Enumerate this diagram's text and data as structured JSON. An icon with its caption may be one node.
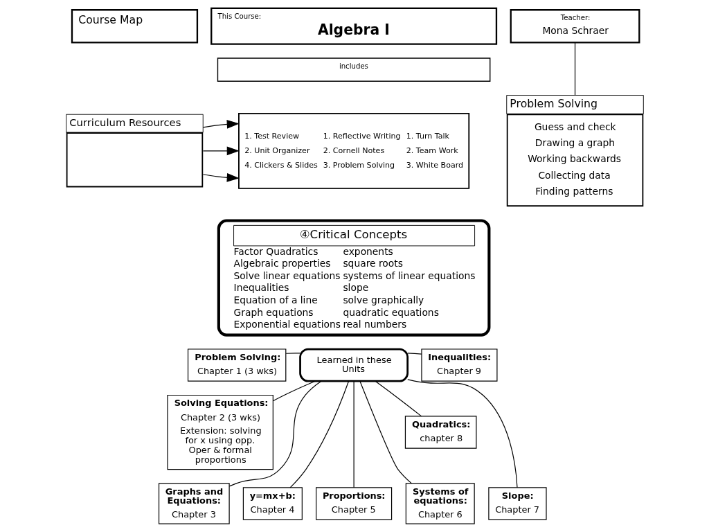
{
  "diagram": {
    "nodes": [
      {
        "text": [
          "Course Map"
        ]
      },
      {
        "text": [
          "Curriculum Resources"
        ]
      },
      {
        "text": [
          "This Course:",
          "Algebra I"
        ]
      },
      {
        "text": [
          "includes"
        ]
      },
      {
        "text": [
          "1. Test Review",
          "2. Unit Organizer",
          "4. Clickers & Slides",
          "1. Reflective Writing",
          "2. Cornell Notes",
          "3. Problem Solving",
          "1. Turn Talk",
          "2. Team Work",
          "3. White Board"
        ]
      },
      {
        "text": [
          "Teacher:",
          "Mona Schraer"
        ]
      },
      {
        "text": [
          "Problem Solving",
          "Guess and check",
          "Drawing a graph",
          "Working backwards",
          "Collecting data",
          "Finding patterns"
        ]
      },
      {
        "text": [
          "④Critical Concepts",
          "Factor Quadratics",
          "Algebraic properties",
          "Solve linear equations",
          "Inequalities",
          "Equation of a line",
          "Graph equations",
          "Exponential equations",
          "exponents",
          "square roots",
          "systems of linear equations",
          "slope",
          "solve graphically",
          "quadratic equations",
          "real numbers"
        ]
      },
      {
        "text": [
          "Learned in these Units"
        ]
      },
      {
        "text": [
          "Problem Solving:",
          "Chapter 1 (3 wks)"
        ]
      },
      {
        "text": [
          "Solving Equations:",
          "Chapter 2 (3 wks)",
          "Extension: solving for x using opp. Oper & formal proportions"
        ]
      },
      {
        "text": [
          "Graphs and Equations:",
          "Chapter 3"
        ]
      },
      {
        "text": [
          "y=mx+b:",
          "Chapter 4"
        ]
      },
      {
        "text": [
          "Proportions:",
          "Chapter 5"
        ]
      },
      {
        "text": [
          "Systems of equations:",
          "Chapter 6"
        ]
      },
      {
        "text": [
          "Slope:",
          "Chapter 7"
        ]
      },
      {
        "text": [
          "Quadratics:",
          "chapter 8"
        ]
      },
      {
        "text": [
          "Inequalities:",
          "Chapter 9"
        ]
      }
    ],
    "edges": [
      {
        "from": 1,
        "to": 4,
        "arrow": "to"
      },
      {
        "from": 1,
        "to": 4,
        "arrow": "to"
      },
      {
        "from": 1,
        "to": 4,
        "arrow": "to"
      },
      {
        "from": 5,
        "to": 6,
        "arrow": "none"
      },
      {
        "from": 8,
        "to": 9,
        "arrow": "none"
      },
      {
        "from": 8,
        "to": 10,
        "arrow": "none"
      },
      {
        "from": 8,
        "to": 11,
        "arrow": "none"
      },
      {
        "from": 8,
        "to": 12,
        "arrow": "none"
      },
      {
        "from": 8,
        "to": 13,
        "arrow": "none"
      },
      {
        "from": 8,
        "to": 14,
        "arrow": "none"
      },
      {
        "from": 8,
        "to": 15,
        "arrow": "none"
      },
      {
        "from": 8,
        "to": 16,
        "arrow": "none"
      },
      {
        "from": 8,
        "to": 17,
        "arrow": "none"
      }
    ]
  }
}
